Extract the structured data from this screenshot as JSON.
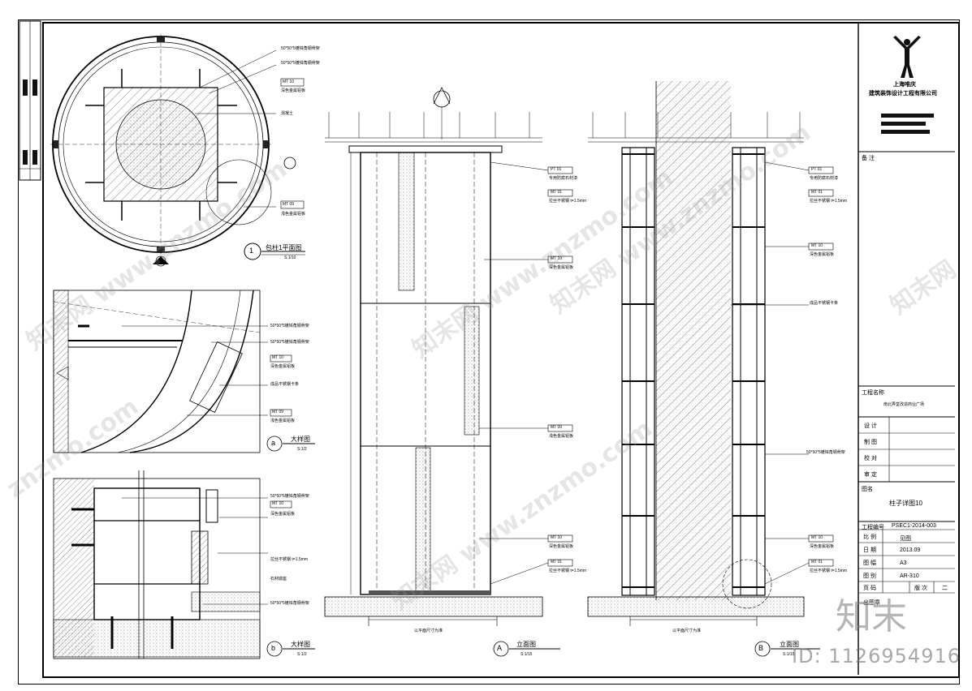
{
  "title_block": {
    "company_line1": "上海唯庆",
    "company_line2": "建筑装饰设计工程有限公司",
    "notes_label": "备 注",
    "project_label": "工程名称",
    "project_value": "南北弄堂改造商业广场",
    "design_label": "设  计",
    "draw_label": "制  图",
    "check_label": "校  对",
    "review_label": "审  定",
    "drawing_name_label": "图名",
    "drawing_name_value": "柱子详图10",
    "project_no_label": "工程编号",
    "project_no_value": "PSEC1-2014-003",
    "scale_label": "比 例",
    "scale_value": "见图",
    "date_label": "日 期",
    "date_value": "2013.09",
    "size_label": "图 幅",
    "size_value": "A3",
    "sheet_label": "图 别",
    "sheet_value": "AR-310",
    "page_label": "页 码",
    "version_label": "版 次",
    "version_value": "二",
    "stamp_label": "出图章"
  },
  "views": {
    "plan_no": "1",
    "plan_title": "包柱1平面图",
    "plan_scale": "S:1/10",
    "detail_a_no": "a",
    "detail_a_title": "大样图",
    "detail_a_scale": "S:1/2",
    "detail_b_no": "b",
    "detail_b_title": "大样图",
    "detail_b_scale": "S:1/2",
    "elev_a_no": "A",
    "elev_a_title": "立面图",
    "elev_a_scale": "S:1/15",
    "elev_b_no": "B",
    "elev_b_title": "立面图",
    "elev_b_scale": "S:1/15",
    "elev_a_dim": "以平面尺寸为准",
    "elev_b_dim": "以平面尺寸为准"
  },
  "tags": {
    "mt10": "MT 10",
    "mt09": "MT 09",
    "mt01": "MT 01",
    "pt01": "PT 01"
  },
  "notes": {
    "steel_frame": "50*50*5镀锌角钢骨架",
    "hatch_fill": "混凝土",
    "stone_base": "石材底座",
    "ss": "拉丝不锈钢 t=1.5mm",
    "ss_clip": "成品不锈钢卡条",
    "gold_panel": "深色金属铝板",
    "champagne_panel": "浅色金属铝板",
    "paint": "专用防腐石材漆"
  },
  "watermarks": [
    "知末网 www.znzmo.com",
    "知末网 www.znzmo.com",
    "知末网 www.znzmo.com",
    "知末网 www.znzmo.com",
    "znzmo.com",
    "知末网"
  ],
  "brand": "知末",
  "id_text": "ID: 1126954916"
}
